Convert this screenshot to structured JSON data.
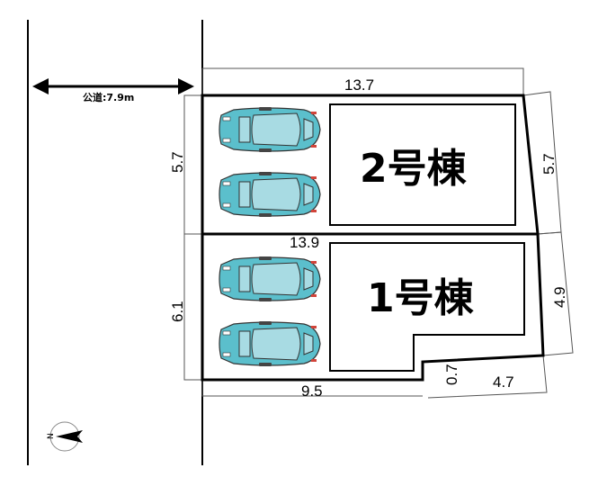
{
  "road": {
    "label": "公道:7.9m"
  },
  "lot2": {
    "building_label": "2号棟",
    "width_top": "13.7",
    "depth_left": "5.7",
    "depth_right": "5.7"
  },
  "lot1": {
    "building_label": "1号棟",
    "width_top": "13.9",
    "depth_left": "6.1",
    "depth_right": "4.9",
    "width_bottom": "9.5",
    "notch_depth": "0.7",
    "notch_width": "4.7"
  },
  "compass": {
    "label": "N"
  },
  "colors": {
    "car_body": "#5bbfcc",
    "car_window": "#a8dbe3",
    "line": "#000000"
  }
}
